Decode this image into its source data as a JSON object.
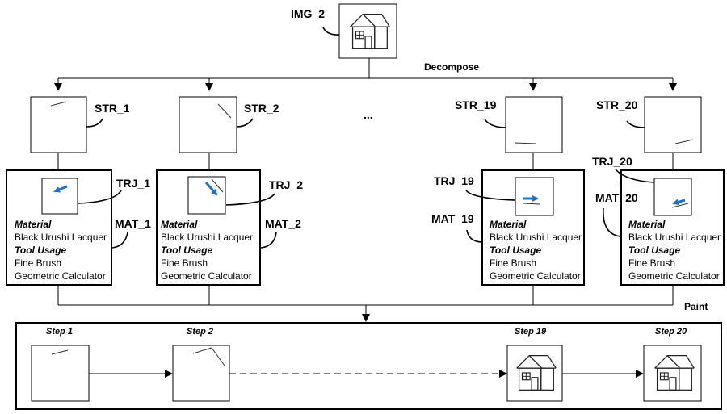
{
  "image": {
    "label": "IMG_2"
  },
  "decompose_label": "Decompose",
  "paint_label": "Paint",
  "ellipsis": "...",
  "colors": {
    "arrow": "#1f72c4",
    "line": "#000000"
  },
  "steps": [
    {
      "str": "STR_1",
      "trj": "TRJ_1",
      "mat": "MAT_1",
      "material_title": "Material",
      "material": "Black Urushi Lacquer",
      "tool_title": "Tool Usage",
      "tool_1": "Fine Brush",
      "tool_2": "Geometric Calculator"
    },
    {
      "str": "STR_2",
      "trj": "TRJ_2",
      "mat": "MAT_2",
      "material_title": "Material",
      "material": "Black Urushi Lacquer",
      "tool_title": "Tool Usage",
      "tool_1": "Fine Brush",
      "tool_2": "Geometric Calculator"
    },
    {
      "str": "STR_19",
      "trj": "TRJ_19",
      "mat": "MAT_19",
      "material_title": "Material",
      "material": "Black Urushi Lacquer",
      "tool_title": "Tool Usage",
      "tool_1": "Fine Brush",
      "tool_2": "Geometric Calculator"
    },
    {
      "str": "STR_20",
      "trj": "TRJ_20",
      "mat": "MAT_20",
      "material_title": "Material",
      "material": "Black Urushi Lacquer",
      "tool_title": "Tool Usage",
      "tool_1": "Fine Brush",
      "tool_2": "Geometric Calculator"
    }
  ],
  "sequence": [
    "Step 1",
    "Step 2",
    "Step 19",
    "Step 20"
  ]
}
